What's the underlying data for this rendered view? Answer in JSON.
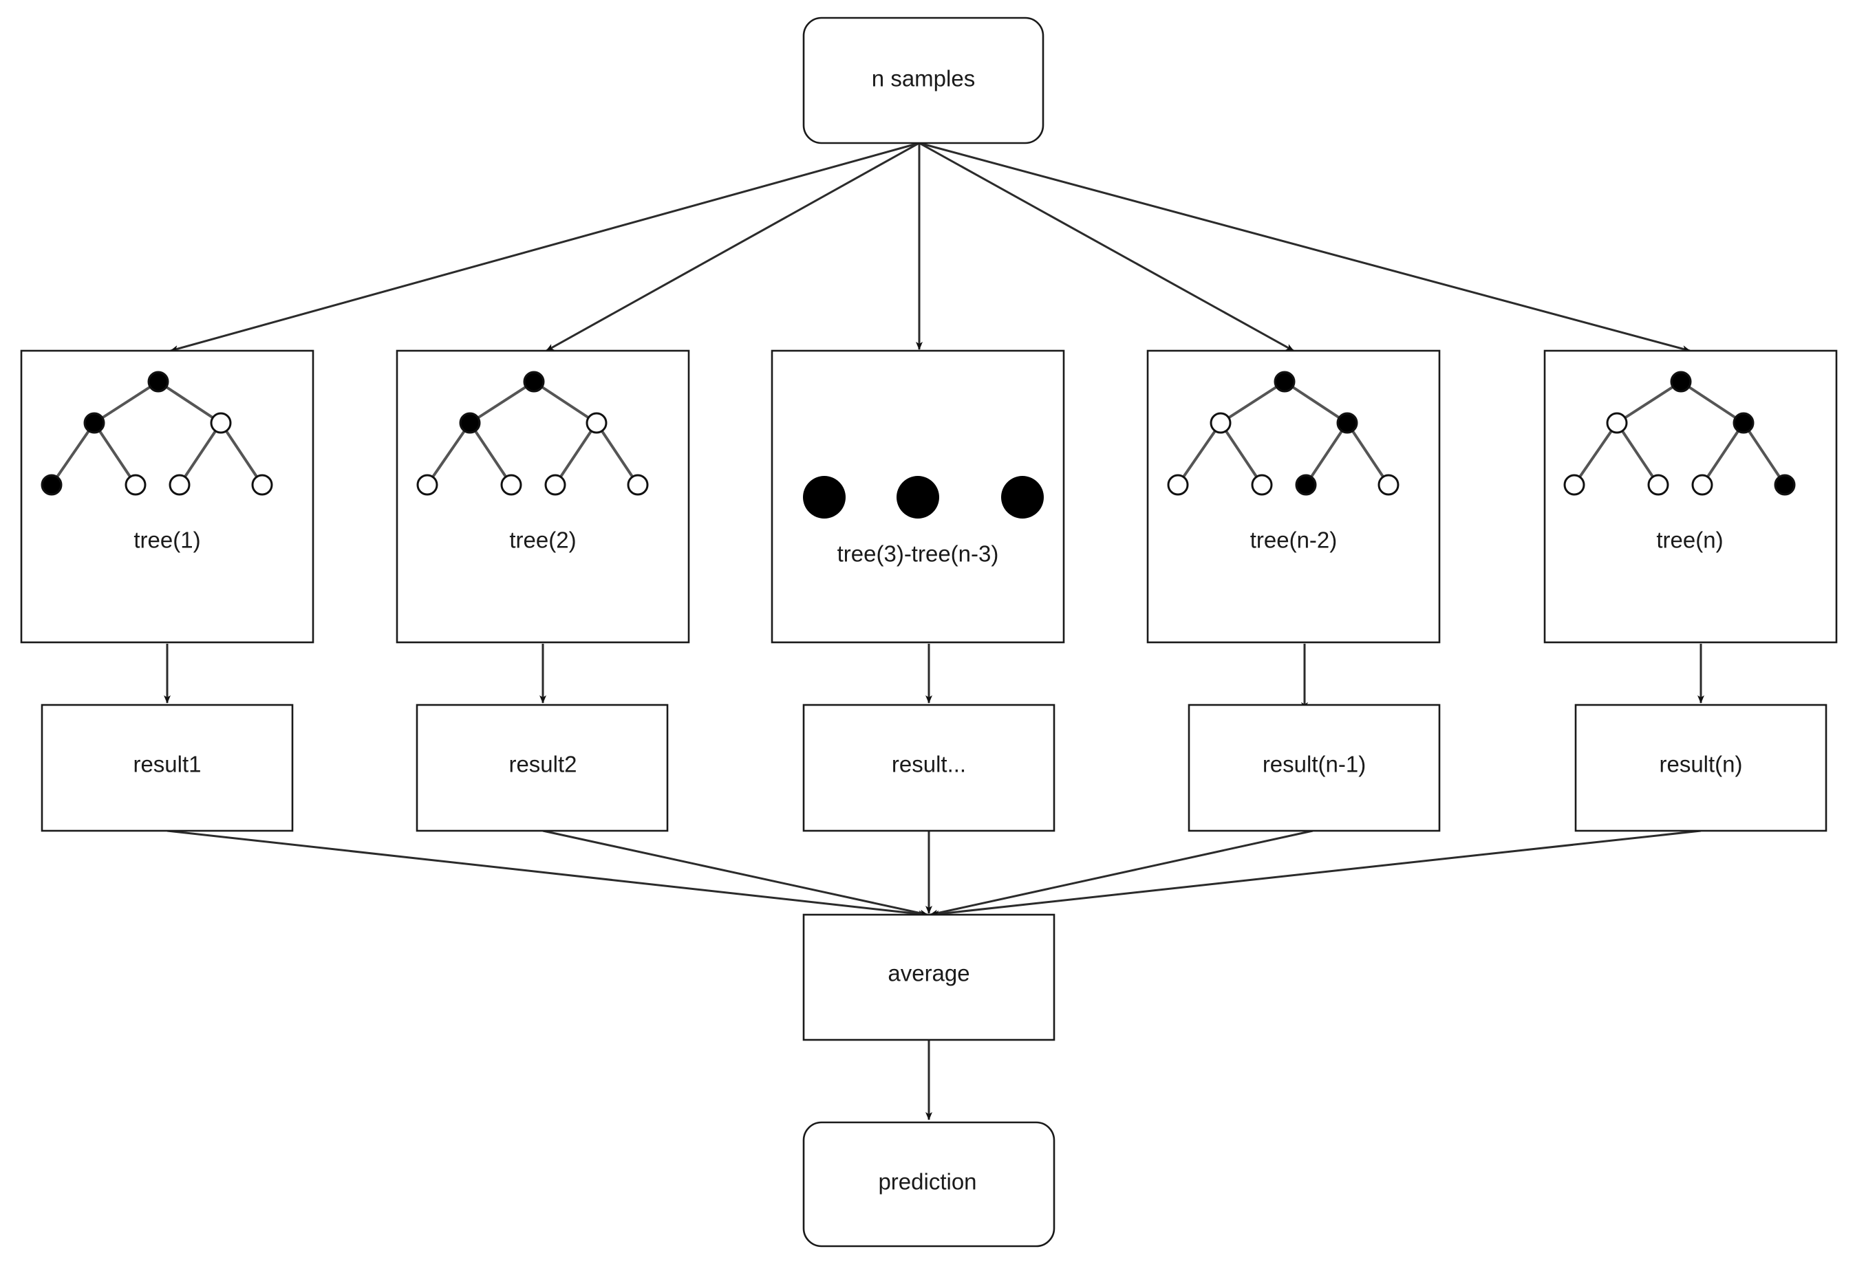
{
  "source": {
    "label": "n samples"
  },
  "trees": [
    {
      "label": "tree(1)",
      "node_fill": [
        "black",
        "black",
        "white",
        "black",
        "white",
        "white",
        "white"
      ]
    },
    {
      "label": "tree(2)",
      "node_fill": [
        "black",
        "black",
        "white",
        "white",
        "white",
        "white",
        "white"
      ]
    },
    {
      "label": "tree(3)-tree(n-3)",
      "ellipsis": true
    },
    {
      "label": "tree(n-2)",
      "node_fill": [
        "black",
        "white",
        "black",
        "white",
        "white",
        "black",
        "white"
      ]
    },
    {
      "label": "tree(n)",
      "node_fill": [
        "black",
        "white",
        "black",
        "white",
        "white",
        "white",
        "black"
      ]
    }
  ],
  "results": [
    {
      "label": "result1"
    },
    {
      "label": "result2"
    },
    {
      "label": "result..."
    },
    {
      "label": "result(n-1)"
    },
    {
      "label": "result(n)"
    }
  ],
  "aggregate": {
    "label": "average"
  },
  "output": {
    "label": "prediction"
  },
  "colors": {
    "stroke": "#1a1a1a",
    "node_black": "#000000",
    "node_white": "#ffffff"
  }
}
